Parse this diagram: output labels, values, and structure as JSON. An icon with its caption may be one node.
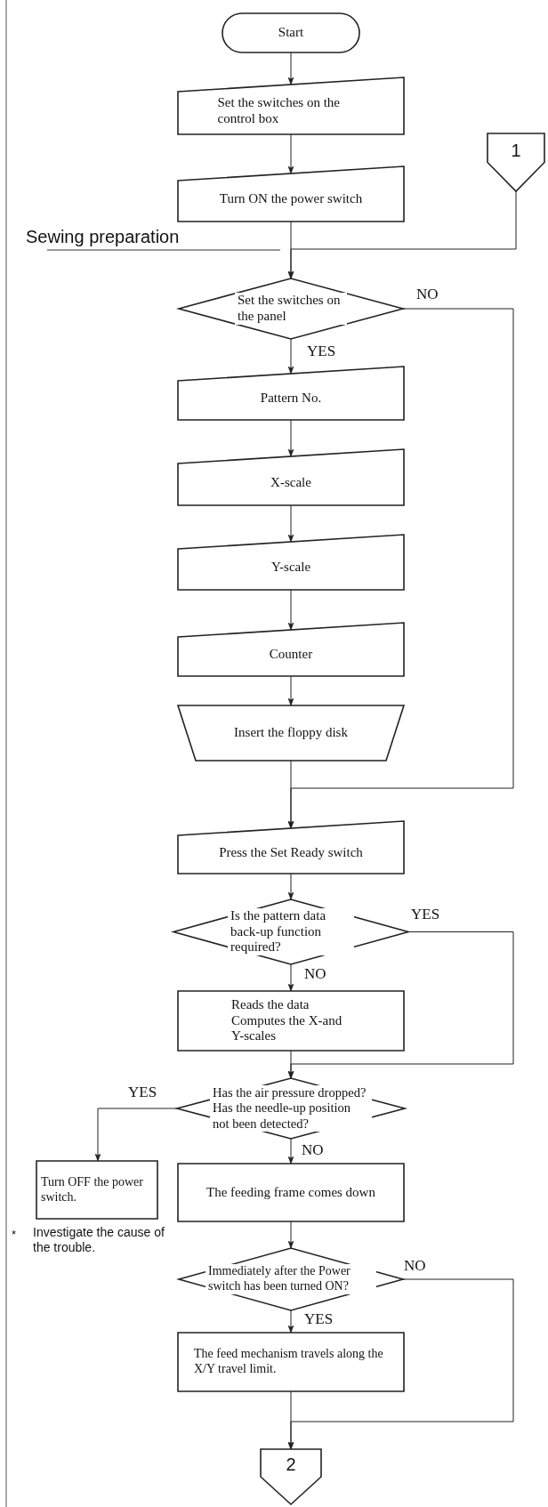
{
  "diagram": {
    "nodes": [
      {
        "text": [
          "Start"
        ]
      },
      {
        "text": [
          "Set the switches on the control box"
        ]
      },
      {
        "text": [
          "Turn ON the power switch"
        ]
      },
      {
        "text": [
          "1"
        ]
      },
      {
        "text": [
          "Set the switches on the panel"
        ]
      },
      {
        "text": [
          "Pattern No."
        ]
      },
      {
        "text": [
          "X-scale"
        ]
      },
      {
        "text": [
          "Y-scale"
        ]
      },
      {
        "text": [
          "Counter"
        ]
      },
      {
        "text": [
          "Insert the floppy disk"
        ]
      },
      {
        "text": [
          "Press the Set Ready switch"
        ]
      },
      {
        "text": [
          "Is the pattern data back-up function required?"
        ]
      },
      {
        "text": [
          "Reads the data Computes the X-and Y-scales"
        ]
      },
      {
        "text": [
          "Has the air pressure dropped? Has the needle-up position not been detected?"
        ]
      },
      {
        "text": [
          "Turn OFF the power switch."
        ]
      },
      {
        "text": [
          "The feeding frame comes down"
        ]
      },
      {
        "text": [
          "Immediately after the Power switch has been turned ON?"
        ]
      },
      {
        "text": [
          "The feed mechanism travels along the X/Y travel limit."
        ]
      },
      {
        "text": [
          "2"
        ]
      }
    ],
    "edges": [
      {
        "from": 0,
        "to": 1,
        "arrow": "to"
      },
      {
        "from": 1,
        "to": 2,
        "arrow": "to"
      },
      {
        "from": 2,
        "to": 4,
        "arrow": "to"
      },
      {
        "from": 3,
        "to": 4,
        "arrow": "to"
      },
      {
        "from": 4,
        "to": 5,
        "arrow": "to",
        "label": "YES"
      },
      {
        "from": 4,
        "to": 10,
        "arrow": "to",
        "label": "NO"
      },
      {
        "from": 5,
        "to": 6,
        "arrow": "to"
      },
      {
        "from": 6,
        "to": 7,
        "arrow": "to"
      },
      {
        "from": 7,
        "to": 8,
        "arrow": "to"
      },
      {
        "from": 8,
        "to": 9,
        "arrow": "to"
      },
      {
        "from": 9,
        "to": 10,
        "arrow": "to"
      },
      {
        "from": 10,
        "to": 11,
        "arrow": "to"
      },
      {
        "from": 11,
        "to": 12,
        "arrow": "to",
        "label": "NO"
      },
      {
        "from": 11,
        "to": 13,
        "arrow": "to",
        "label": "YES"
      },
      {
        "from": 12,
        "to": 13,
        "arrow": "to"
      },
      {
        "from": 13,
        "to": 14,
        "arrow": "to",
        "label": "YES"
      },
      {
        "from": 13,
        "to": 15,
        "arrow": "to",
        "label": "NO"
      },
      {
        "from": 15,
        "to": 16,
        "arrow": "to"
      },
      {
        "from": 16,
        "to": 17,
        "arrow": "to",
        "label": "YES"
      },
      {
        "from": 16,
        "to": 18,
        "arrow": "to",
        "label": "NO"
      },
      {
        "from": 17,
        "to": 18,
        "arrow": "to"
      }
    ],
    "labels": [
      "Sewing preparation",
      "*",
      "Investigate the cause of the trouble."
    ]
  }
}
